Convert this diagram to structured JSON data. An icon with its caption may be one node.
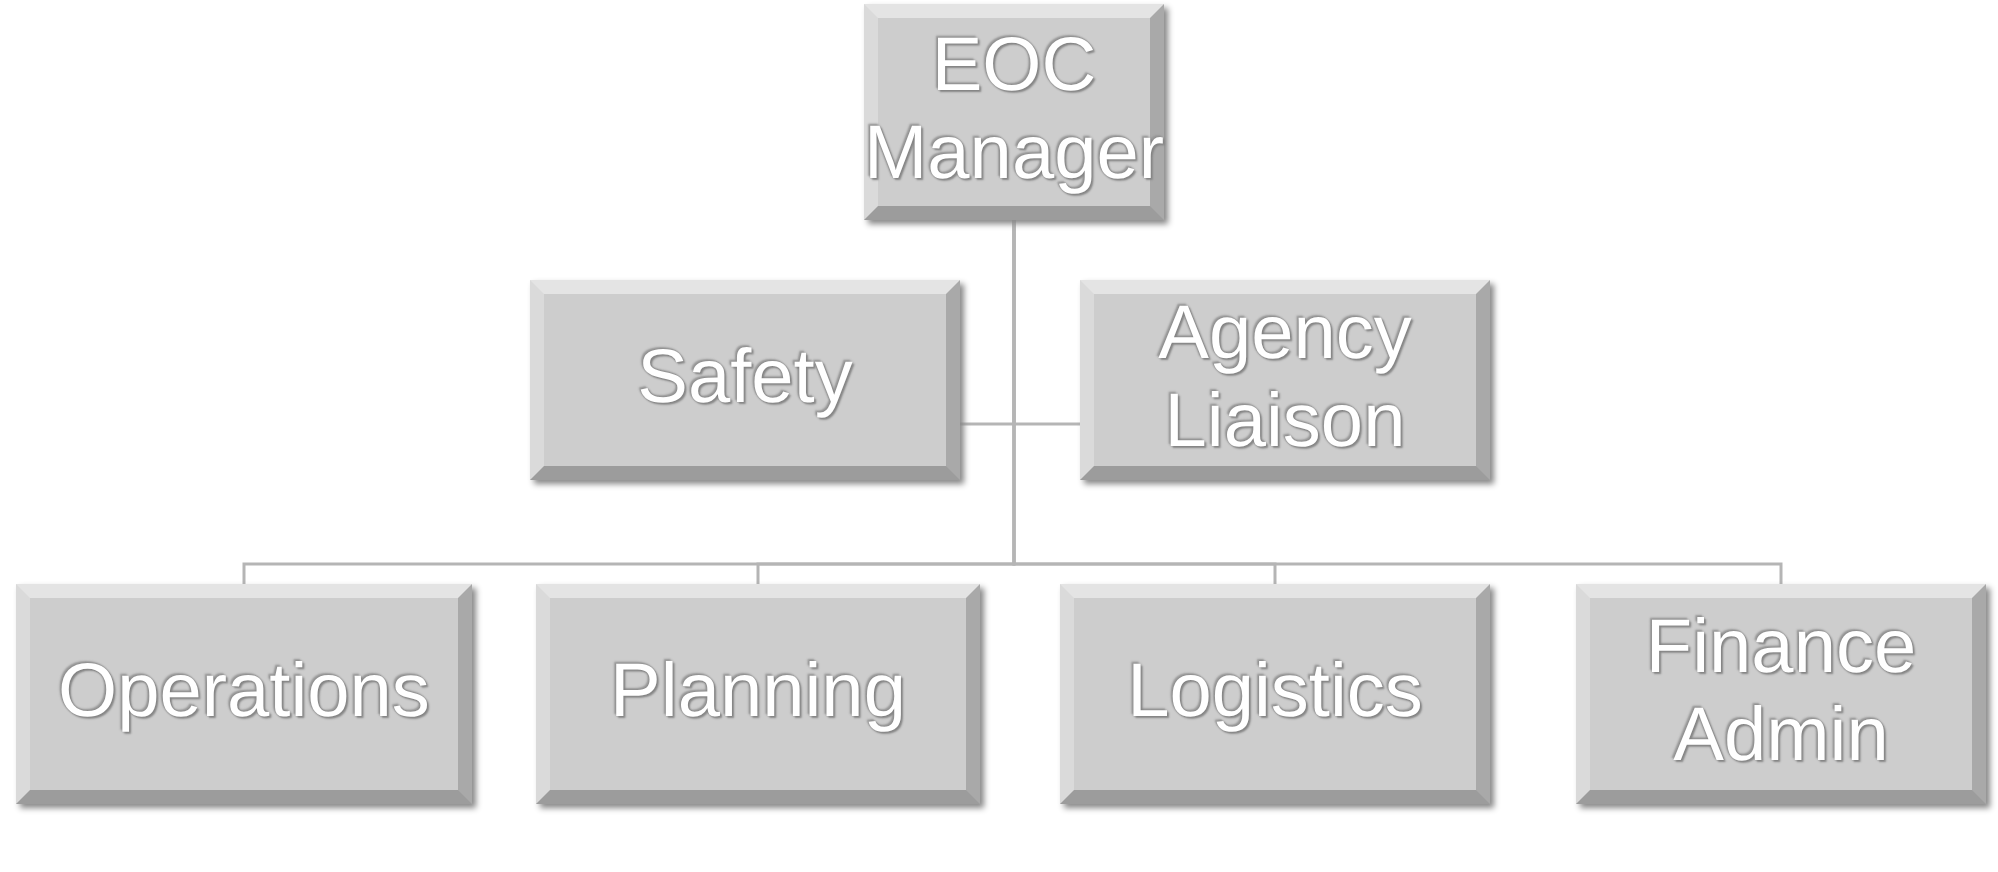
{
  "diagram": {
    "nodes": [
      {
        "text": [
          "EOC Manager"
        ]
      },
      {
        "text": [
          "Safety"
        ]
      },
      {
        "text": [
          "Agency Liaison"
        ]
      },
      {
        "text": [
          "Operations"
        ]
      },
      {
        "text": [
          "Planning"
        ]
      },
      {
        "text": [
          "Logistics"
        ]
      },
      {
        "text": [
          "Finance Admin"
        ]
      }
    ],
    "edges": [
      {
        "from": 0,
        "to": 1,
        "arrow": "none"
      },
      {
        "from": 0,
        "to": 2,
        "arrow": "none"
      },
      {
        "from": 0,
        "to": 3,
        "arrow": "none"
      },
      {
        "from": 0,
        "to": 4,
        "arrow": "none"
      },
      {
        "from": 0,
        "to": 5,
        "arrow": "none"
      },
      {
        "from": 0,
        "to": 6,
        "arrow": "none"
      }
    ]
  }
}
